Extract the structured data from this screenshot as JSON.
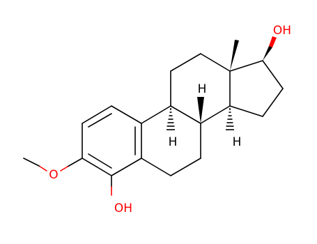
{
  "molecule": {
    "labels": {
      "oh_17": "OH",
      "oh_4": "OH",
      "o_methoxy": "O",
      "h_8": "H",
      "h_9": "H",
      "h_14": "H"
    },
    "colors": {
      "oxygen": "#ff0000",
      "carbon": "#000000",
      "wedge_to_oh": "#ff0000"
    }
  }
}
